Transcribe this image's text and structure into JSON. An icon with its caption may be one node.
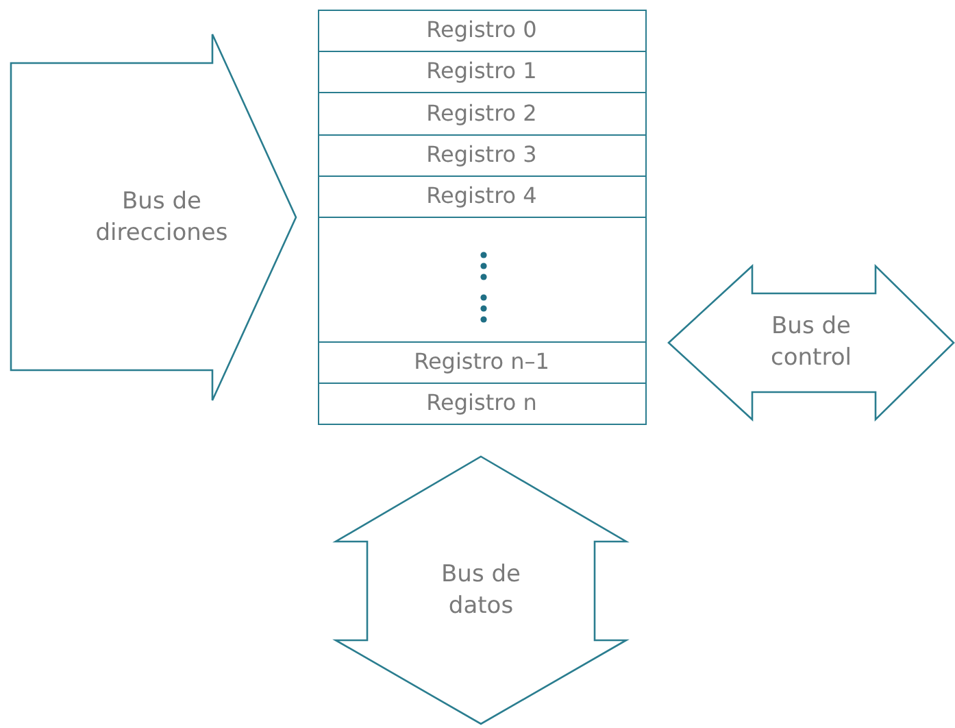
{
  "diagram": {
    "nodes": [
      {
        "text": [],
        "shape": "box"
      },
      {
        "text": [
          "Registro 0"
        ],
        "in": 0
      },
      {
        "text": [
          "Registro 1"
        ],
        "in": 0
      },
      {
        "text": [
          "Registro 2"
        ],
        "in": 0
      },
      {
        "text": [
          "Registro 3"
        ],
        "in": 0
      },
      {
        "text": [
          "Registro 4"
        ],
        "in": 0
      },
      {
        "text": [
          "Registro n–1"
        ],
        "in": 0
      },
      {
        "text": [
          "Registro n"
        ],
        "in": 0
      },
      {
        "text": [
          "Bus de direcciones"
        ]
      },
      {
        "text": [
          "Bus de control"
        ]
      },
      {
        "text": [
          "Bus de datos"
        ]
      }
    ]
  }
}
